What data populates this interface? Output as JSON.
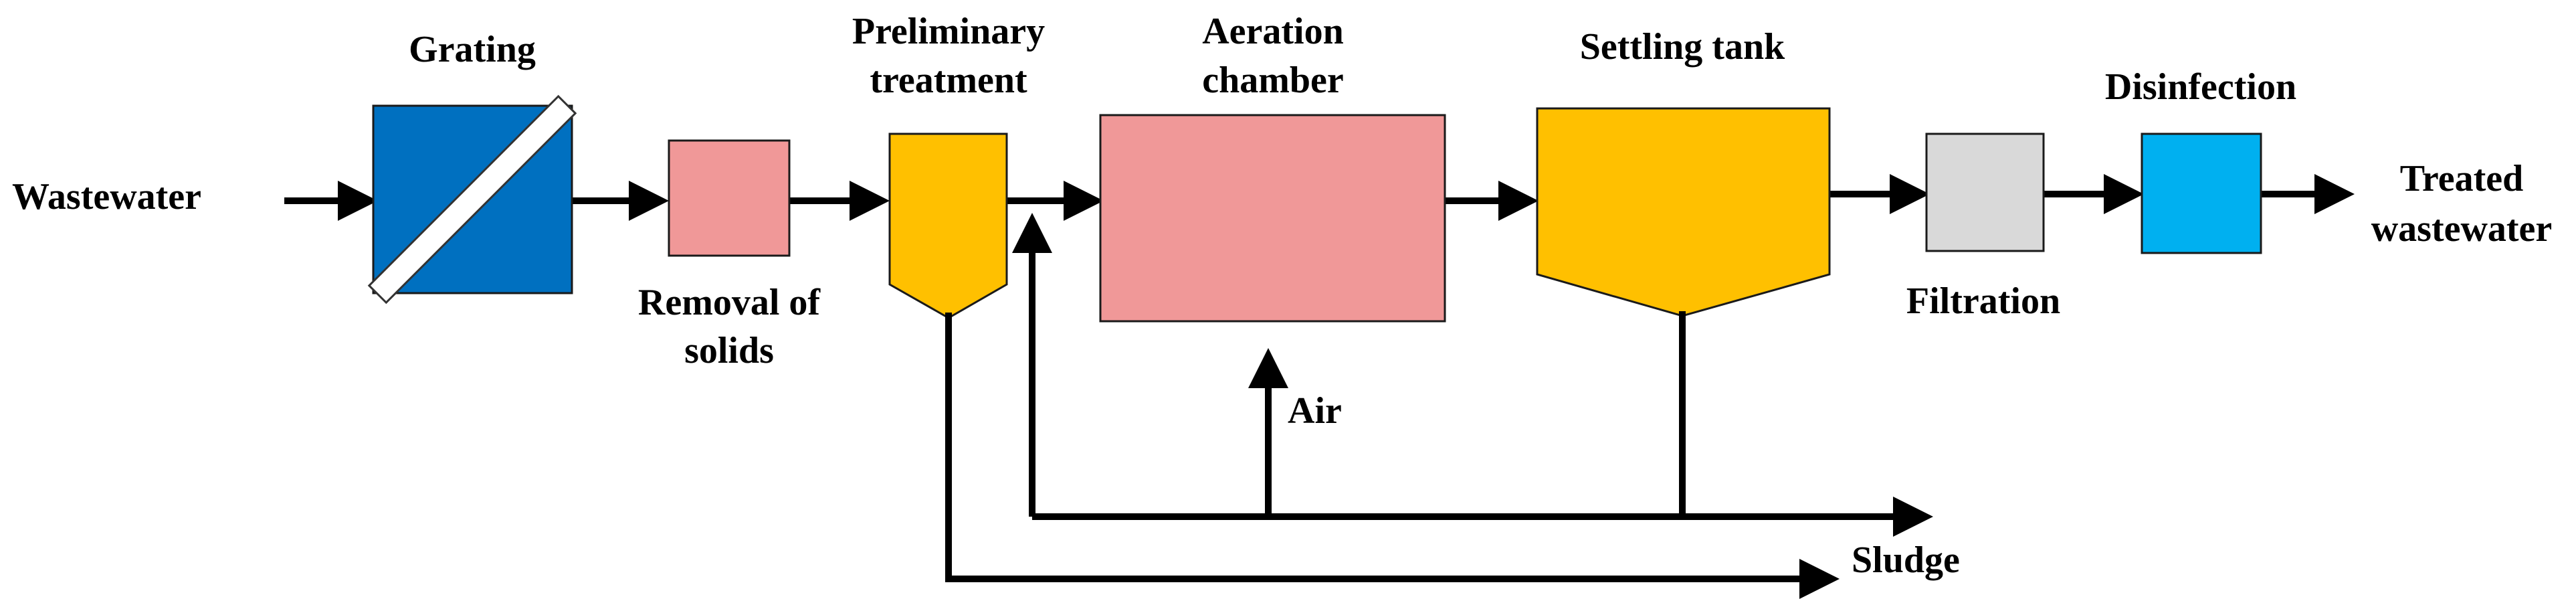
{
  "labels": {
    "input": "Wastewater",
    "grating": "Grating",
    "removal_line1": "Removal of",
    "removal_line2": "solids",
    "preliminary_line1": "Preliminary",
    "preliminary_line2": "treatment",
    "aeration_line1": "Aeration",
    "aeration_line2": "chamber",
    "settling": "Settling tank",
    "filtration": "Filtration",
    "disinfection": "Disinfection",
    "output_line1": "Treated",
    "output_line2": "wastewater",
    "air": "Air",
    "sludge": "Sludge"
  },
  "colors": {
    "grating_fill": "#0070c0",
    "removal_fill": "#f09898",
    "preliminary_fill": "#ffc000",
    "aeration_fill": "#f09898",
    "settling_fill": "#ffc000",
    "filtration_fill": "#d9d9d9",
    "disinfection_fill": "#00b0f0",
    "line": "#000000"
  }
}
